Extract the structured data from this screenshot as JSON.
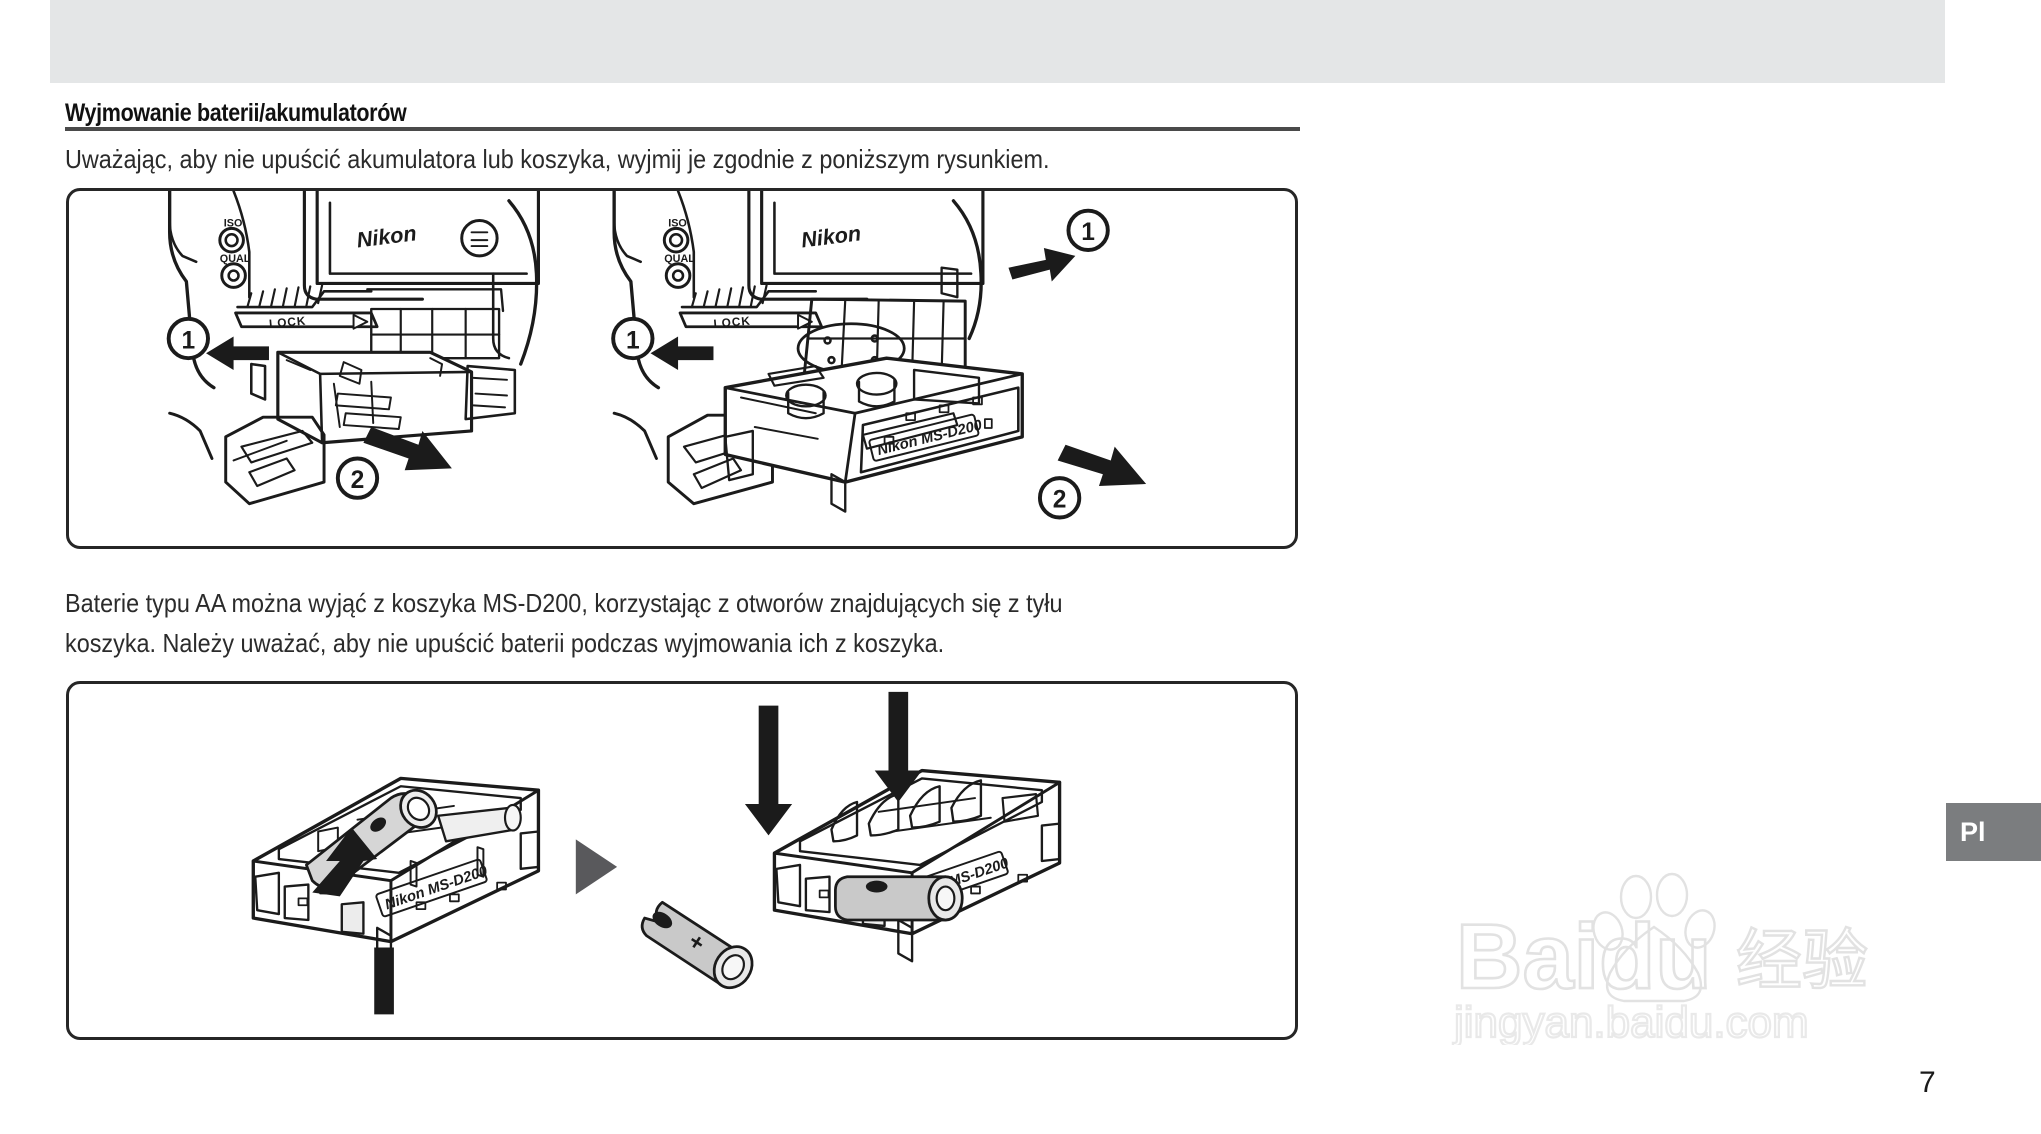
{
  "page": {
    "language_tab": "Pl",
    "page_number": "7",
    "header_band_color": "#e4e6e7",
    "tab_color": "#7b7d7f",
    "rule_color": "#4a4a4a",
    "border_color": "#262626"
  },
  "heading": {
    "title": "Wyjmowanie baterii/akumulatorów"
  },
  "intro": {
    "text": "Uważając, aby nie upuścić akumulatora lub koszyka, wyjmij je zgodnie z poniższym rysunkiem."
  },
  "mid_text": {
    "line1": "Baterie typu AA można wyjąć z koszyka MS-D200, korzystając z otworów znajdujących się z tyłu",
    "line2": "koszyka. Należy uważać, aby nie upuścić baterii podczas wyjmowania ich z koszyka."
  },
  "figure_1": {
    "caption_hidden": "Camera battery compartment removal illustration",
    "panel_left": {
      "brand_label": "Nikon",
      "lock_label": "LOCK",
      "iso_label": "ISO",
      "qual_label": "QUAL",
      "step_one": "1",
      "step_two": "2"
    },
    "panel_right": {
      "brand_label": "Nikon",
      "lock_label": "LOCK",
      "iso_label": "ISO",
      "qual_label": "QUAL",
      "holder_label": "Nikon MS-D200",
      "step_one": "1",
      "step_two": "2"
    }
  },
  "figure_2": {
    "caption_hidden": "MS-D200 AA battery holder removal illustration",
    "holder_left_label": "Nikon MS-D200",
    "holder_right_label": "Nikon MS-D200",
    "battery_plus": "+",
    "battery_minus": "−",
    "arrow_separator": "play-triangle"
  },
  "watermark": {
    "brand": "Baidu",
    "brand_cn": "经验",
    "url": "jingyan.baidu.com"
  }
}
